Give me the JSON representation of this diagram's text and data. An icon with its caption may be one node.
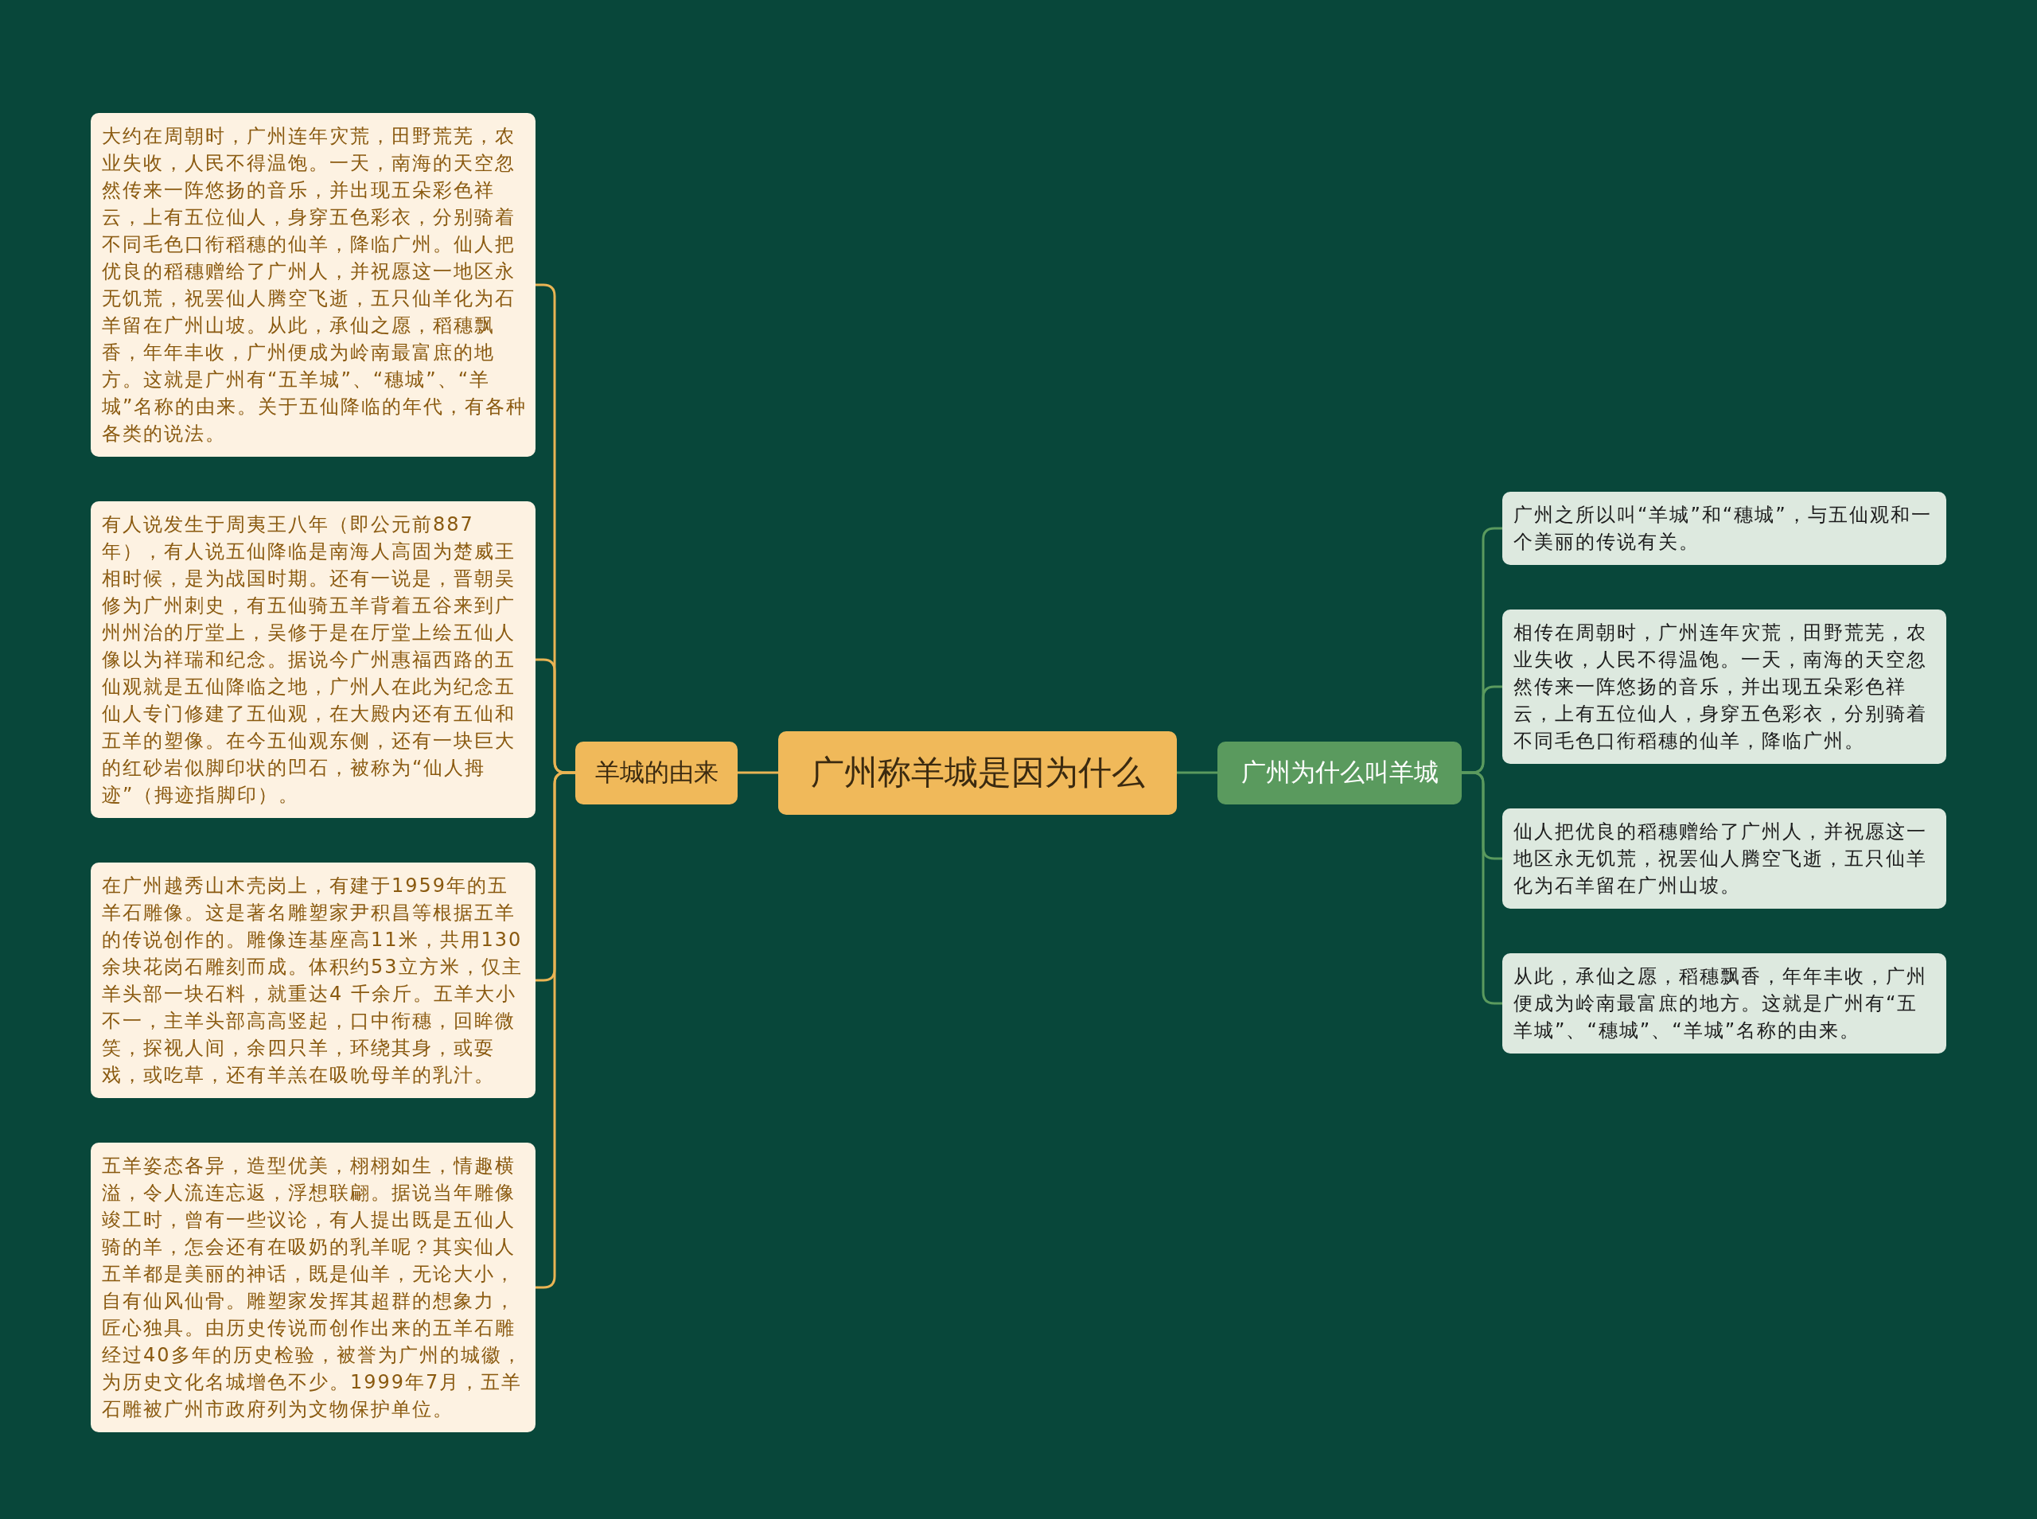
{
  "diagram": {
    "nodes": [
      {
        "text": [
          "广州称羊城是因为什么"
        ]
      },
      {
        "text": [
          "羊城的由来"
        ]
      },
      {
        "text": [
          "大约在周朝时，广州连年灾荒，田野荒芜，农业失收，人民不得温饱。一天，南海的天空忽然传来一阵悠扬的音乐，并出现五朵彩色祥云，上有五位仙人，身穿五色彩衣，分别骑着不同毛色口衔稻穗的仙羊，降临广州。仙人把优良的稻穗赠给了广州人，并祝愿这一地区永无饥荒，祝罢仙人腾空飞逝，五只仙羊化为石羊留在广州山坡。从此，承仙之愿，稻穗飘香，年年丰收，广州便成为岭南最富庶的地方。这就是广州有“五羊城”、“穗城”、“羊城”名称的由来。关于五仙降临的年代，有各种各类的说法。"
        ]
      },
      {
        "text": [
          "有人说发生于周夷王八年（即公元前887年），有人说五仙降临是南海人高固为楚威王相时候，是为战国时期。还有一说是，晋朝吴修为广州刺史，有五仙骑五羊背着五谷来到广州州治的厅堂上，吴修于是在厅堂上绘五仙人像以为祥瑞和纪念。据说今广州惠福西路的五仙观就是五仙降临之地，广州人在此为纪念五仙人专门修建了五仙观，在大殿内还有五仙和五羊的塑像。在今五仙观东侧，还有一块巨大的红砂岩似脚印状的凹石，被称为“仙人拇迹”（拇迹指脚印）。"
        ]
      },
      {
        "text": [
          "在广州越秀山木壳岗上，有建于1959年的五羊石雕像。这是著名雕塑家尹积昌等根据五羊的传说创作的。雕像连基座高11米，共用130余块花岗石雕刻而成。体积约53立方米，仅主羊头部一块石料，就重达4 千余斤。五羊大小不一，主羊头部高高竖起，口中衔穗，回眸微笑，探视人间，余四只羊，环绕其身，或耍戏，或吃草，还有羊羔在吸吮母羊的乳汁。"
        ]
      },
      {
        "text": [
          "五羊姿态各异，造型优美，栩栩如生，情趣横溢，令人流连忘返，浮想联翩。据说当年雕像竣工时，曾有一些议论，有人提出既是五仙人骑的羊，怎会还有在吸奶的乳羊呢？其实仙人五羊都是美丽的神话，既是仙羊，无论大小，自有仙风仙骨。雕塑家发挥其超群的想象力，匠心独具。由历史传说而创作出来的五羊石雕经过40多年的历史检验，被誉为广州的城徽，为历史文化名城增色不少。1999年7月，五羊石雕被广州市政府列为文物保护单位。"
        ]
      },
      {
        "text": [
          "广州为什么叫羊城"
        ]
      },
      {
        "text": [
          "广州之所以叫“羊城”和“穗城”，与五仙观和一个美丽的传说有关。"
        ]
      },
      {
        "text": [
          "相传在周朝时，广州连年灾荒，田野荒芜，农业失收，人民不得温饱。一天，南海的天空忽然传来一阵悠扬的音乐，并出现五朵彩色祥云，上有五位仙人，身穿五色彩衣，分别骑着不同毛色口衔稻穗的仙羊，降临广州。"
        ]
      },
      {
        "text": [
          "仙人把优良的稻穗赠给了广州人，并祝愿这一地区永无饥荒，祝罢仙人腾空飞逝，五只仙羊化为石羊留在广州山坡。"
        ]
      },
      {
        "text": [
          "从此，承仙之愿，稻穗飘香，年年丰收，广州便成为岭南最富庶的地方。这就是广州有“五羊城”、“穗城”、“羊城”名称的由来。"
        ]
      }
    ],
    "edges": [
      {
        "from": 0,
        "to": 1,
        "arrow": "none",
        "color": "#e9b454"
      },
      {
        "from": 1,
        "to": 2,
        "arrow": "none",
        "color": "#e9b454"
      },
      {
        "from": 1,
        "to": 3,
        "arrow": "none",
        "color": "#e9b454"
      },
      {
        "from": 1,
        "to": 4,
        "arrow": "none",
        "color": "#e9b454"
      },
      {
        "from": 1,
        "to": 5,
        "arrow": "none",
        "color": "#e9b454"
      },
      {
        "from": 0,
        "to": 6,
        "arrow": "none",
        "color": "#5a9a5e"
      },
      {
        "from": 6,
        "to": 7,
        "arrow": "none",
        "color": "#5a9a5e"
      },
      {
        "from": 6,
        "to": 8,
        "arrow": "none",
        "color": "#5a9a5e"
      },
      {
        "from": 6,
        "to": 9,
        "arrow": "none",
        "color": "#5a9a5e"
      },
      {
        "from": 6,
        "to": 10,
        "arrow": "none",
        "color": "#5a9a5e"
      }
    ]
  }
}
